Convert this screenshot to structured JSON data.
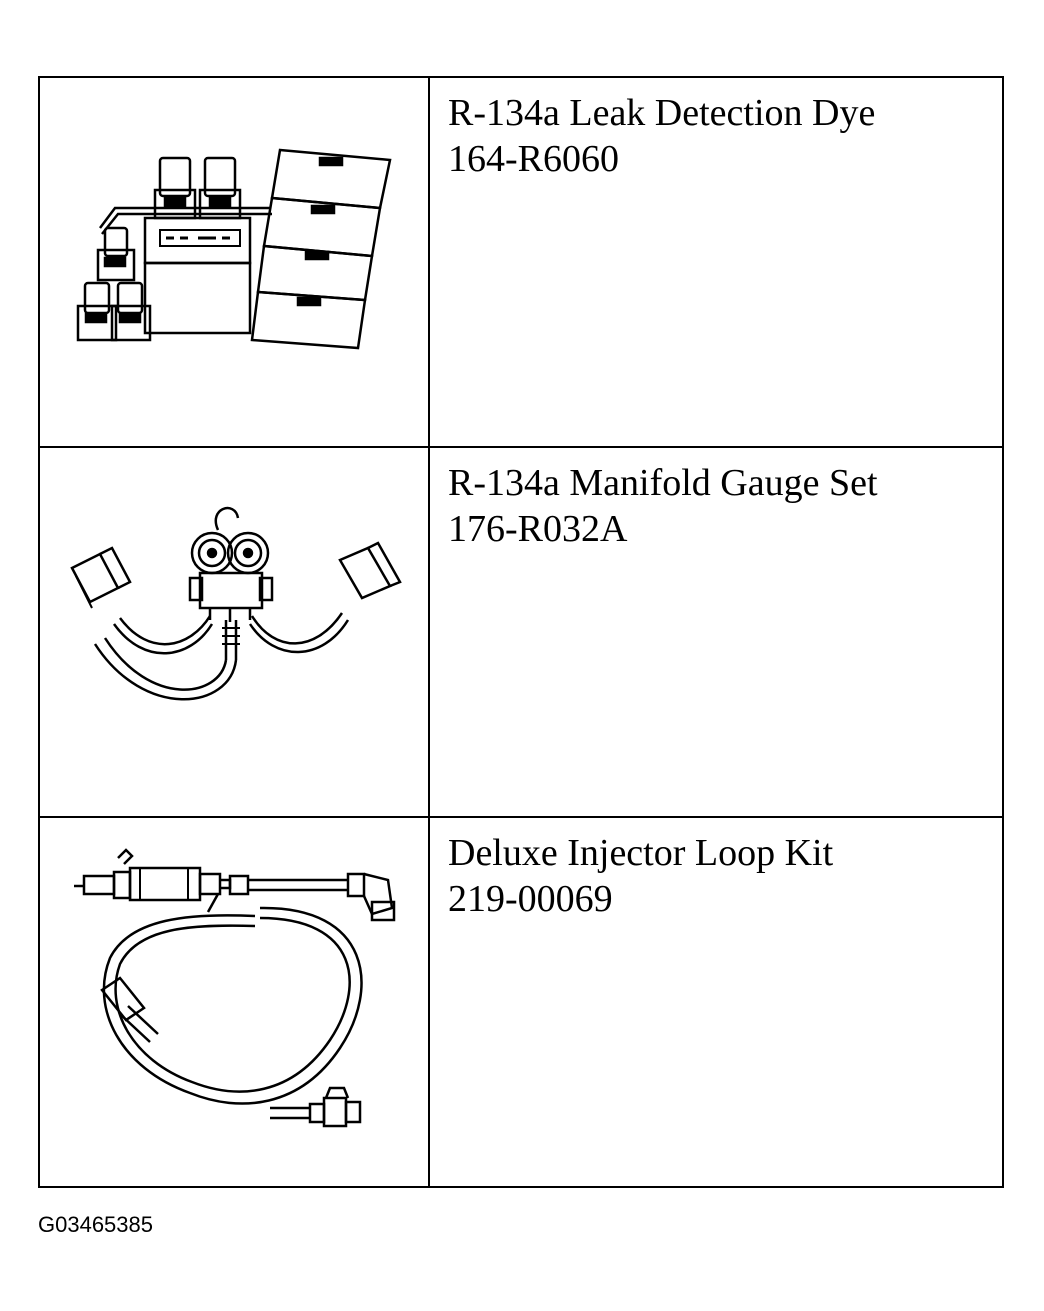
{
  "tools": [
    {
      "name": "R-134a Leak Detection Dye",
      "part_number": "164-R6060"
    },
    {
      "name": "R-134a Manifold Gauge Set",
      "part_number": "176-R032A"
    },
    {
      "name": "Deluxe Injector Loop Kit",
      "part_number": "219-00069"
    }
  ],
  "figure_id": "G03465385"
}
